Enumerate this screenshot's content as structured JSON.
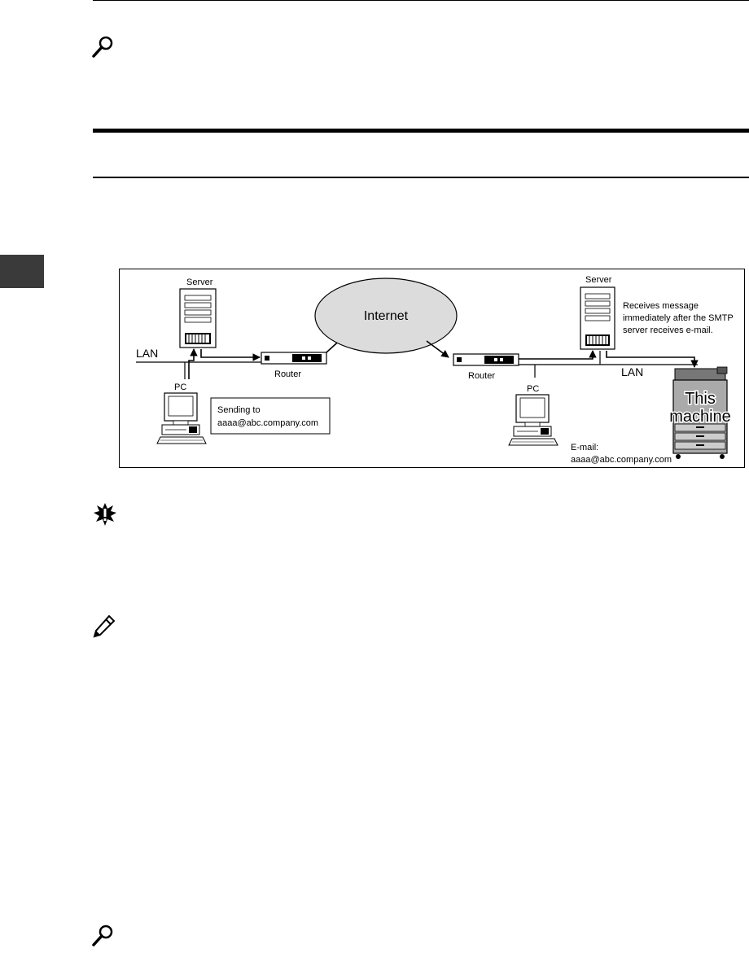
{
  "page": {
    "icons": {
      "reference_top": "magnifier-icon",
      "important": "important-burst-icon",
      "note": "pencil-icon",
      "reference_bottom": "magnifier-icon"
    }
  },
  "diagram": {
    "left_server_label": "Server",
    "left_lan_label": "LAN",
    "left_pc_label": "PC",
    "left_router_label": "Router",
    "internet_label": "Internet",
    "right_router_label": "Router",
    "right_server_label": "Server",
    "right_pc_label": "PC",
    "right_lan_label": "LAN",
    "sending_to_line1": "Sending to",
    "sending_to_line2": "aaaa@abc.company.com",
    "receives_line1": "Receives message",
    "receives_line2": "immediately after the SMTP",
    "receives_line3": "server receives e-mail.",
    "email_line1": "E-mail:",
    "email_line2": "aaaa@abc.company.com",
    "machine_line1": "This",
    "machine_line2": "machine"
  }
}
